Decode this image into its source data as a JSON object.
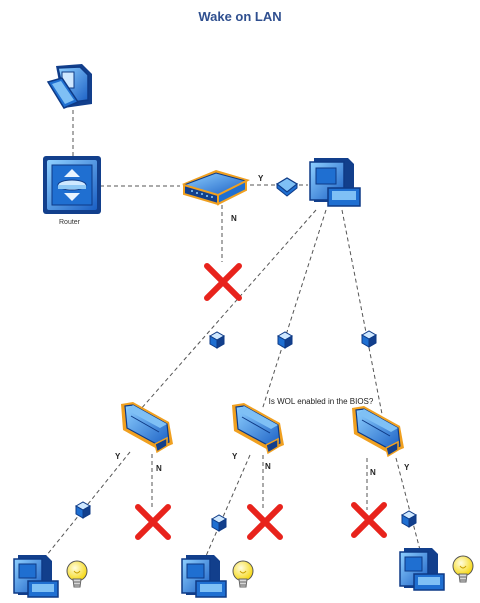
{
  "title": "Wake on LAN",
  "labels": {
    "router": "Router",
    "question": "Is WOL enabled in the BIOS?",
    "yes": "Y",
    "no": "N"
  },
  "colors": {
    "device_blue": "#1f6fd1",
    "device_dark": "#123f8c",
    "device_light": "#7fc0f5",
    "nic_orange": "#f0a020",
    "cross_red": "#e8231c",
    "bulb_yellow": "#ffe94a",
    "line_gray": "#555555"
  },
  "icons": [
    "folder-icon",
    "router-icon",
    "switch-icon",
    "envelope-icon",
    "computer-icon",
    "packet-icon",
    "network-card-icon",
    "x-mark-icon",
    "light-bulb-icon"
  ]
}
